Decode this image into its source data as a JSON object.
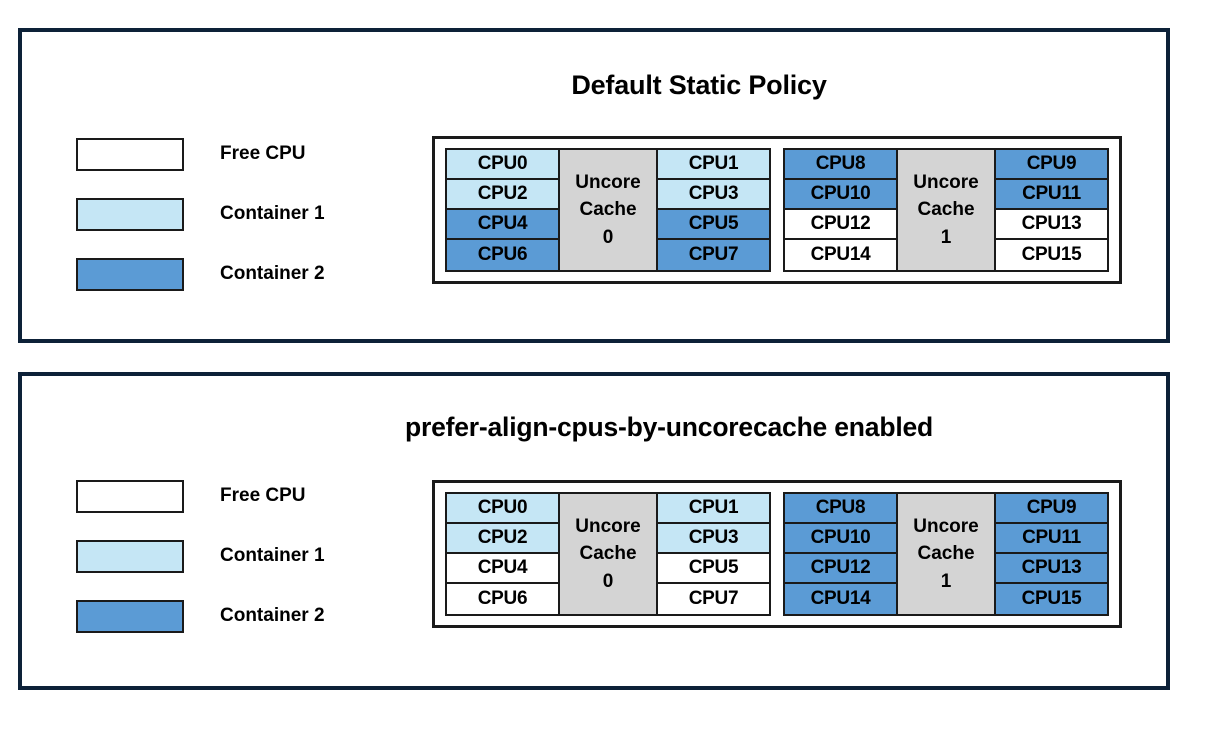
{
  "panels": [
    {
      "id": "default",
      "title": "Default Static Policy",
      "legend": [
        {
          "label": "Free CPU",
          "swatch": "#ffffff",
          "kind": "free"
        },
        {
          "label": "Container 1",
          "swatch": "#c5e6f5",
          "kind": "container1"
        },
        {
          "label": "Container 2",
          "swatch": "#5b9bd5",
          "kind": "container2"
        }
      ],
      "groups": [
        {
          "cache_label_line1": "Uncore",
          "cache_label_line2": "Cache",
          "cache_label_line3": "0",
          "left_column": [
            {
              "label": "CPU0",
              "state": "container1"
            },
            {
              "label": "CPU2",
              "state": "container1"
            },
            {
              "label": "CPU4",
              "state": "container2"
            },
            {
              "label": "CPU6",
              "state": "container2"
            }
          ],
          "right_column": [
            {
              "label": "CPU1",
              "state": "container1"
            },
            {
              "label": "CPU3",
              "state": "container1"
            },
            {
              "label": "CPU5",
              "state": "container2"
            },
            {
              "label": "CPU7",
              "state": "container2"
            }
          ]
        },
        {
          "cache_label_line1": "Uncore",
          "cache_label_line2": "Cache",
          "cache_label_line3": "1",
          "left_column": [
            {
              "label": "CPU8",
              "state": "container2"
            },
            {
              "label": "CPU10",
              "state": "container2"
            },
            {
              "label": "CPU12",
              "state": "free"
            },
            {
              "label": "CPU14",
              "state": "free"
            }
          ],
          "right_column": [
            {
              "label": "CPU9",
              "state": "container2"
            },
            {
              "label": "CPU11",
              "state": "container2"
            },
            {
              "label": "CPU13",
              "state": "free"
            },
            {
              "label": "CPU15",
              "state": "free"
            }
          ]
        }
      ]
    },
    {
      "id": "prefer",
      "title": "prefer-align-cpus-by-uncorecache enabled",
      "legend": [
        {
          "label": "Free CPU",
          "swatch": "#ffffff",
          "kind": "free"
        },
        {
          "label": "Container 1",
          "swatch": "#c5e6f5",
          "kind": "container1"
        },
        {
          "label": "Container 2",
          "swatch": "#5b9bd5",
          "kind": "container2"
        }
      ],
      "groups": [
        {
          "cache_label_line1": "Uncore",
          "cache_label_line2": "Cache",
          "cache_label_line3": "0",
          "left_column": [
            {
              "label": "CPU0",
              "state": "container1"
            },
            {
              "label": "CPU2",
              "state": "container1"
            },
            {
              "label": "CPU4",
              "state": "free"
            },
            {
              "label": "CPU6",
              "state": "free"
            }
          ],
          "right_column": [
            {
              "label": "CPU1",
              "state": "container1"
            },
            {
              "label": "CPU3",
              "state": "container1"
            },
            {
              "label": "CPU5",
              "state": "free"
            },
            {
              "label": "CPU7",
              "state": "free"
            }
          ]
        },
        {
          "cache_label_line1": "Uncore",
          "cache_label_line2": "Cache",
          "cache_label_line3": "1",
          "left_column": [
            {
              "label": "CPU8",
              "state": "container2"
            },
            {
              "label": "CPU10",
              "state": "container2"
            },
            {
              "label": "CPU12",
              "state": "container2"
            },
            {
              "label": "CPU14",
              "state": "container2"
            }
          ],
          "right_column": [
            {
              "label": "CPU9",
              "state": "container2"
            },
            {
              "label": "CPU11",
              "state": "container2"
            },
            {
              "label": "CPU13",
              "state": "container2"
            },
            {
              "label": "CPU15",
              "state": "container2"
            }
          ]
        }
      ]
    }
  ],
  "colors": {
    "panel_border": "#0d2138",
    "cell_border": "#1a1a1a",
    "free": "#ffffff",
    "container1": "#c5e6f5",
    "container2": "#5b9bd5",
    "cache_block": "#d4d4d4",
    "text": "#000000"
  }
}
